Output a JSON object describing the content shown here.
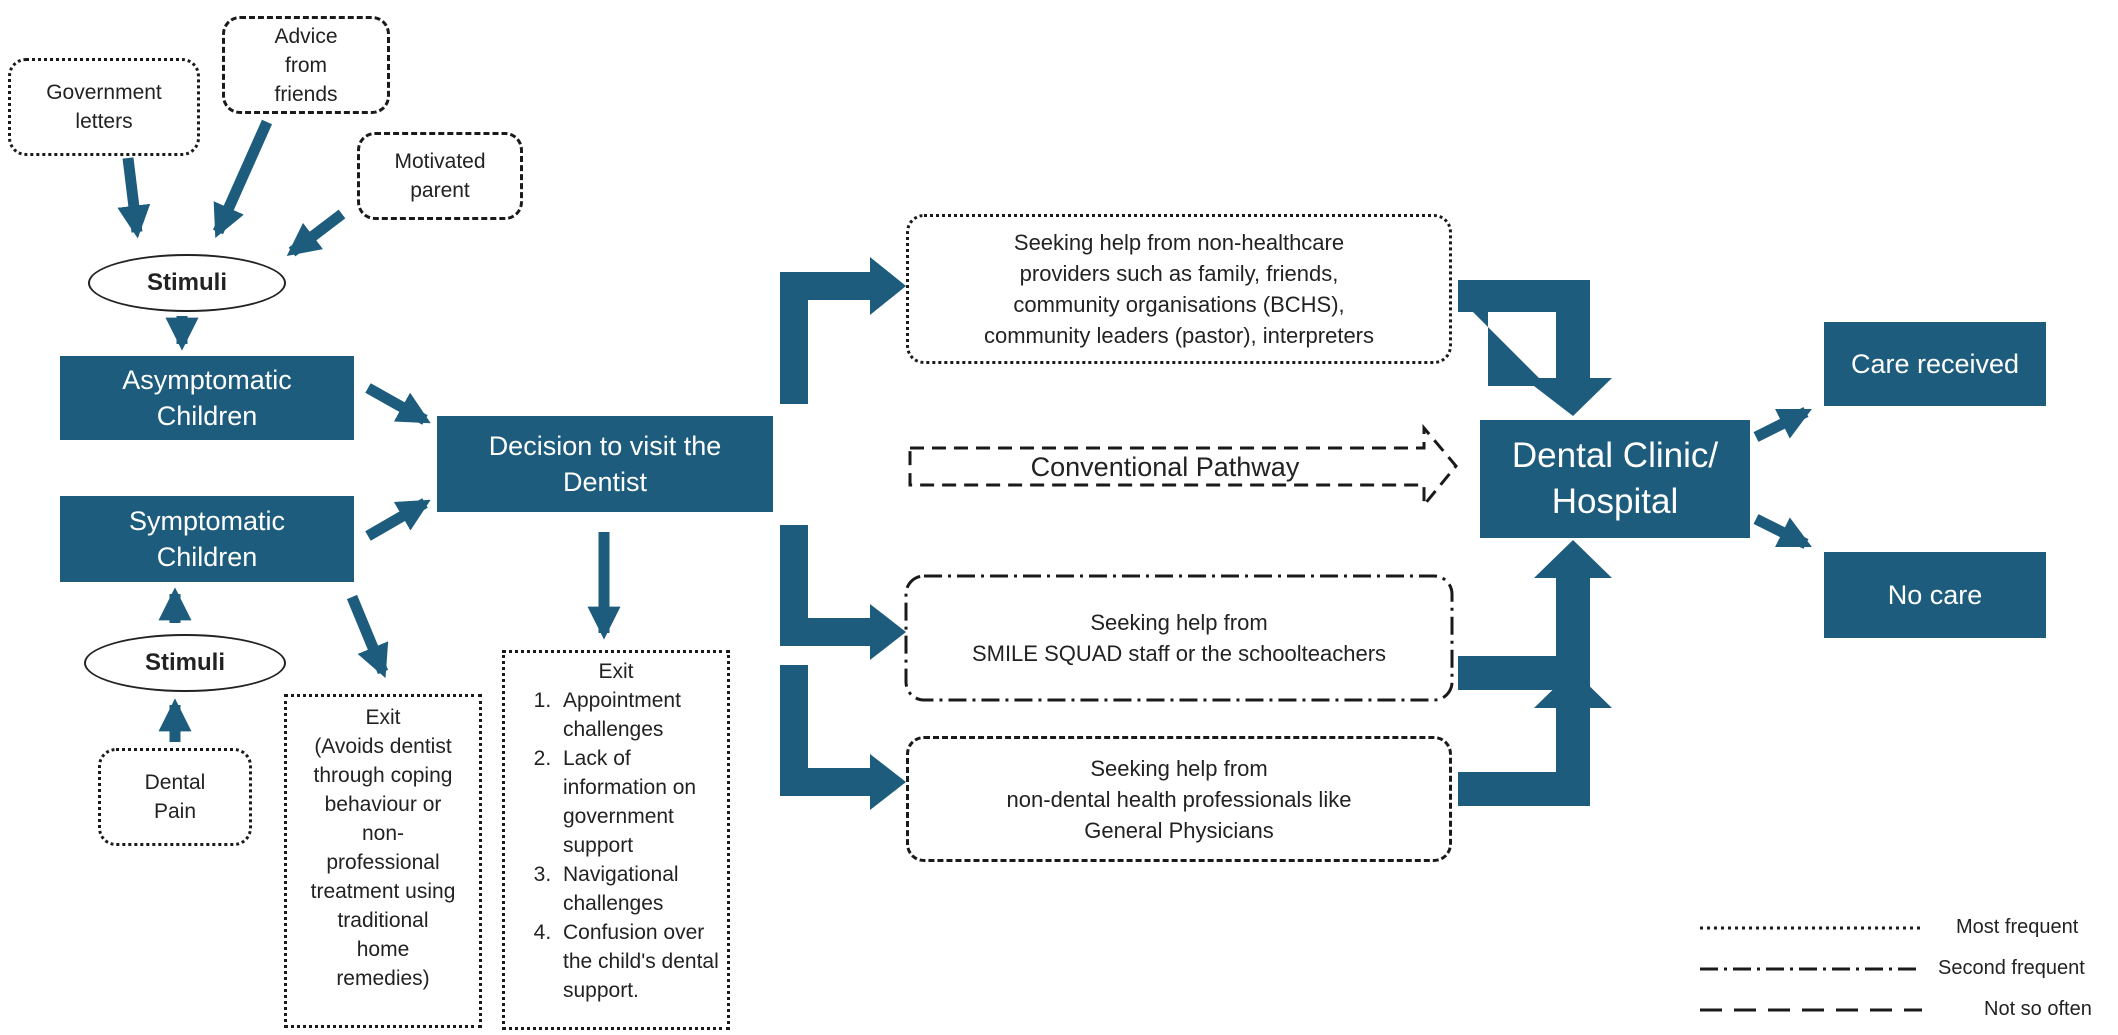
{
  "inputs": {
    "government_letters": "Government\nletters",
    "advice_from_friends": "Advice\nfrom\nfriends",
    "motivated_parent": "Motivated\nparent",
    "dental_pain": "Dental\nPain"
  },
  "stimuli_top": "Stimuli",
  "stimuli_bottom": "Stimuli",
  "asymptomatic": "Asymptomatic\nChildren",
  "symptomatic": "Symptomatic\nChildren",
  "decision": "Decision to visit the\nDentist",
  "exit_left": {
    "text": "Exit\n(Avoids dentist\nthrough coping\nbehaviour or\nnon-\nprofessional\ntreatment using\ntraditional\nhome\nremedies)"
  },
  "exit_center": {
    "title": "Exit",
    "items": [
      "Appointment challenges",
      "Lack of information on government support",
      "Navigational challenges",
      "Confusion over the child's dental support."
    ]
  },
  "pathways": {
    "non_healthcare": "Seeking help from non-healthcare\nproviders such as family, friends,\ncommunity organisations (BCHS),\ncommunity leaders (pastor), interpreters",
    "conventional": "Conventional Pathway",
    "smile_squad": "Seeking help from\nSMILE SQUAD staff or the schoolteachers",
    "non_dental": "Seeking help from\nnon-dental health professionals like\nGeneral Physicians"
  },
  "clinic": "Dental Clinic/\nHospital",
  "outcomes": {
    "care_received": "Care received",
    "no_care": "No care"
  },
  "legend": {
    "most_frequent": "Most frequent",
    "second_frequent": "Second frequent",
    "not_so_often": "Not so often"
  },
  "colors": {
    "accent": "#1d5c7c",
    "line": "#1a1a1a"
  }
}
